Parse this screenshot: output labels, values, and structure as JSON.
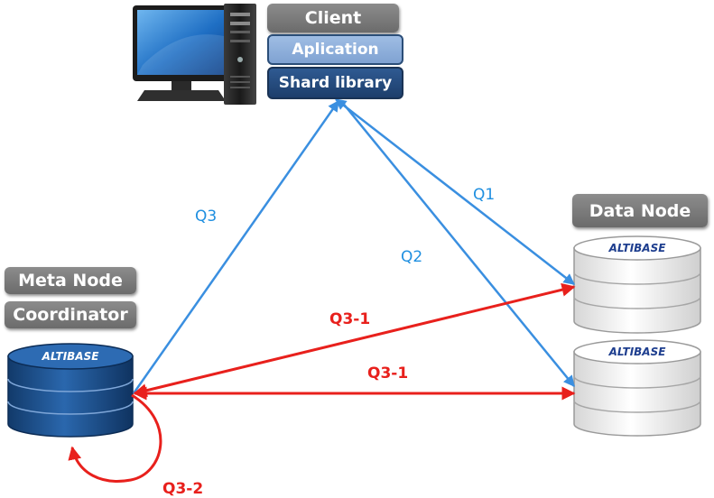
{
  "client": {
    "title": "Client",
    "application": "Aplication",
    "library": "Shard library"
  },
  "data_node": {
    "title": "Data Node"
  },
  "meta_node": {
    "line1": "Meta Node",
    "line2": "Coordinator"
  },
  "logo_text": "ALTIBASE",
  "edges": {
    "q1": "Q1",
    "q2": "Q2",
    "q3": "Q3",
    "q3_1_upper": "Q3-1",
    "q3_1_lower": "Q3-1",
    "q3_2": "Q3-2"
  },
  "colors": {
    "blue_arrow": "#3a8fe0",
    "red_arrow": "#e8201c",
    "meta_db": "#1c4f8a",
    "data_db": "#f4f4f4"
  }
}
